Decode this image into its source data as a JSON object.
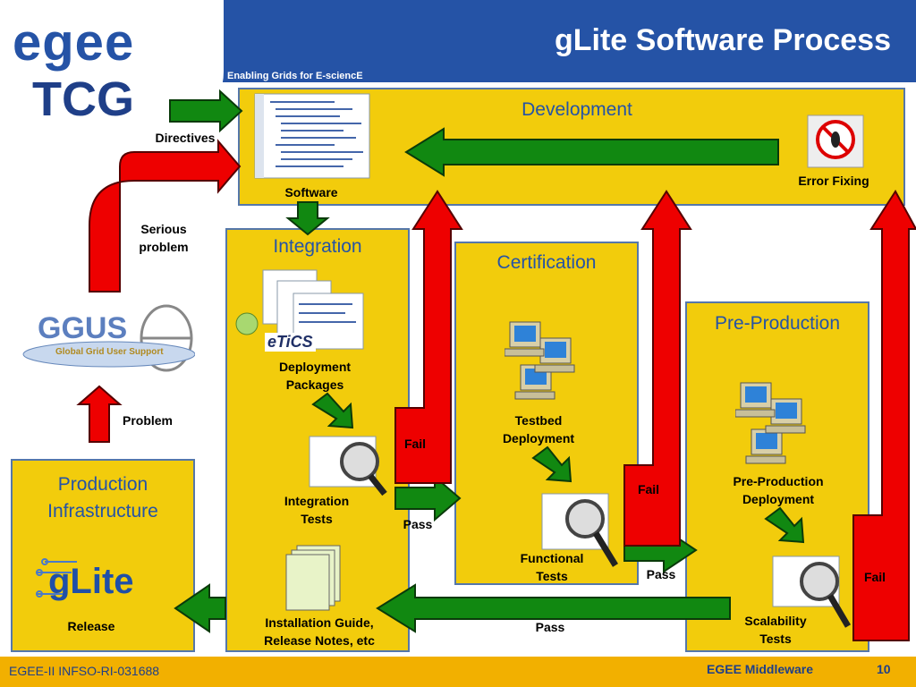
{
  "header": {
    "title": "gLite Software Process",
    "tagline": "Enabling Grids for E-sciencE",
    "logo_top": "egee",
    "logo_bottom": "TCG"
  },
  "footer": {
    "left": "EGEE-II INFSO-RI-031688",
    "middle": "EGEE Middleware",
    "page": "10"
  },
  "panels": {
    "development": "Development",
    "integration": "Integration",
    "certification": "Certification",
    "preproduction": "Pre-Production",
    "production": "Production Infrastructure"
  },
  "labels": {
    "directives": "Directives",
    "software": "Software",
    "error_fixing": "Error Fixing",
    "serious_problem": "Serious problem",
    "problem": "Problem",
    "release": "Release",
    "deployment_packages": "Deployment Packages",
    "integration_tests": "Integration Tests",
    "installation_guide": "Installation Guide, Release Notes, etc",
    "testbed_deployment": "Testbed Deployment",
    "functional_tests": "Functional Tests",
    "preproduction_deployment": "Pre-Production Deployment",
    "scalability_tests": "Scalability Tests",
    "fail_integration": "Fail",
    "fail_certification": "Fail",
    "fail_preproduction": "Fail",
    "pass_integration": "Pass",
    "pass_certification": "Pass",
    "pass_preproduction": "Pass"
  },
  "logos": {
    "ggus": "GGUS",
    "ggus_sub": "Global Grid User Support",
    "etics": "eTiCS",
    "glite": "gLite"
  },
  "colors": {
    "header": "#2553a6",
    "panel": "#f2cc0c",
    "footer": "#f2b000",
    "green_arrow": "#118811",
    "red_arrow": "#ee0000"
  }
}
